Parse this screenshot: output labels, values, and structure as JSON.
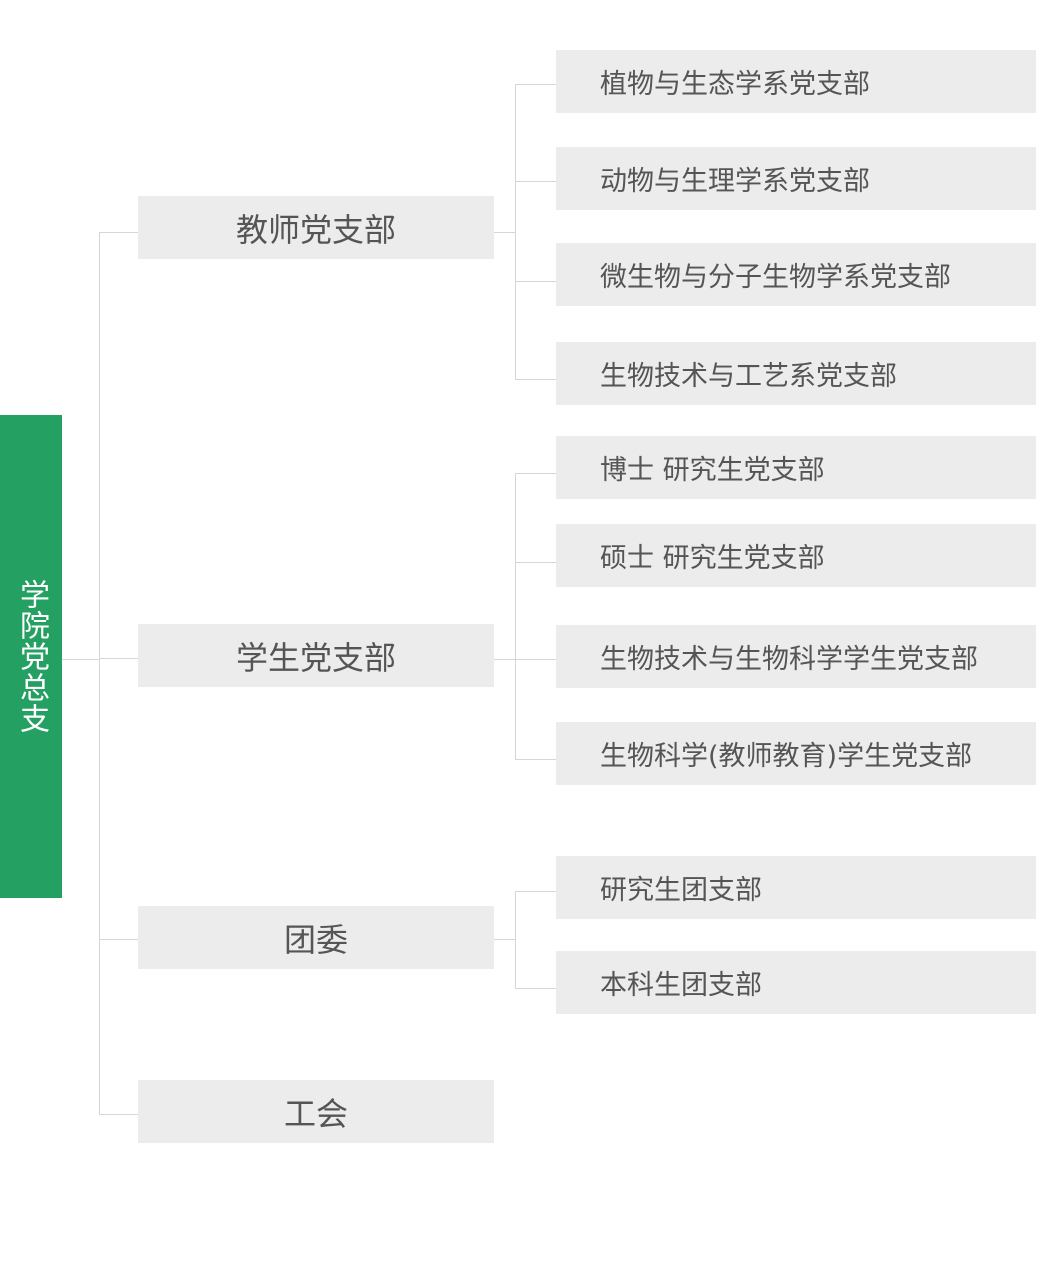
{
  "root": {
    "label": "学院党总支",
    "color": "#24a062"
  },
  "branches": [
    {
      "label": "教师党支部",
      "children": [
        "植物与生态学系党支部",
        "动物与生理学系党支部",
        "微生物与分子生物学系党支部",
        "生物技术与工艺系党支部"
      ]
    },
    {
      "label": "学生党支部",
      "children": [
        "博士 研究生党支部",
        "硕士 研究生党支部",
        "生物技术与生物科学学生党支部",
        "生物科学(教师教育)学生党支部"
      ]
    },
    {
      "label": "团委",
      "children": [
        "研究生团支部",
        "本科生团支部"
      ]
    },
    {
      "label": "工会",
      "children": []
    }
  ]
}
